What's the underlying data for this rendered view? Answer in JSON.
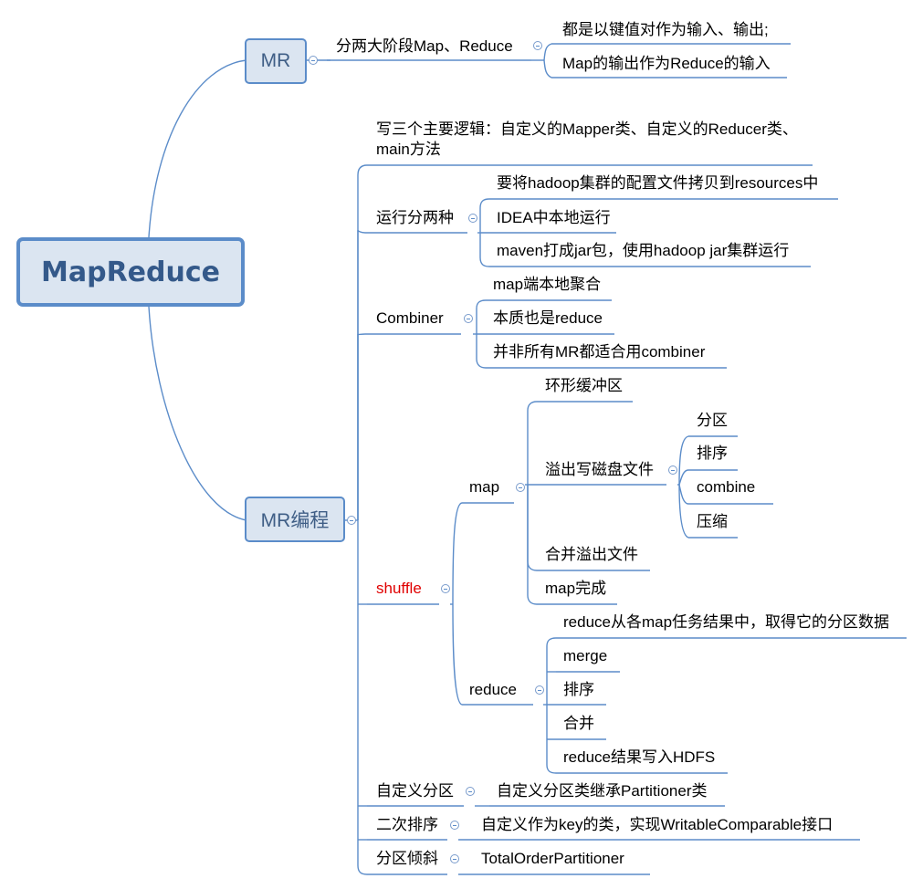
{
  "root": "MapReduce",
  "mr": {
    "label": "MR",
    "child": "分两大阶段Map、Reduce",
    "sub": [
      "都是以键值对作为输入、输出;",
      "Map的输出作为Reduce的输入"
    ]
  },
  "prog": {
    "label": "MR编程",
    "logic_line1": "写三个主要逻辑：自定义的Mapper类、自定义的Reducer类、",
    "logic_line2": "main方法",
    "run": {
      "label": "运行分两种",
      "items": [
        "要将hadoop集群的配置文件拷贝到resources中",
        "IDEA中本地运行",
        "maven打成jar包，使用hadoop jar集群运行"
      ]
    },
    "combiner": {
      "label": "Combiner",
      "items": [
        "map端本地聚合",
        "本质也是reduce",
        "并非所有MR都适合用combiner"
      ]
    },
    "shuffle": {
      "label": "shuffle",
      "map": {
        "label": "map",
        "ring": "环形缓冲区",
        "spill": "溢出写磁盘文件",
        "spill_items": [
          "分区",
          "排序",
          "combine",
          "压缩"
        ],
        "merge": "合并溢出文件",
        "done": "map完成"
      },
      "reduce": {
        "label": "reduce",
        "items": [
          "reduce从各map任务结果中，取得它的分区数据",
          "merge",
          "排序",
          "合并",
          "reduce结果写入HDFS"
        ]
      }
    },
    "partition": {
      "label": "自定义分区",
      "item": "自定义分区类继承Partitioner类"
    },
    "secondary": {
      "label": "二次排序",
      "item": "自定义作为key的类，实现WritableComparable接口"
    },
    "skew": {
      "label": "分区倾斜",
      "item": "TotalOrderPartitioner"
    }
  },
  "colors": {
    "line": "#5b8cc9",
    "box_fill": "#dbe5f1",
    "shuffle": "#e00000"
  }
}
